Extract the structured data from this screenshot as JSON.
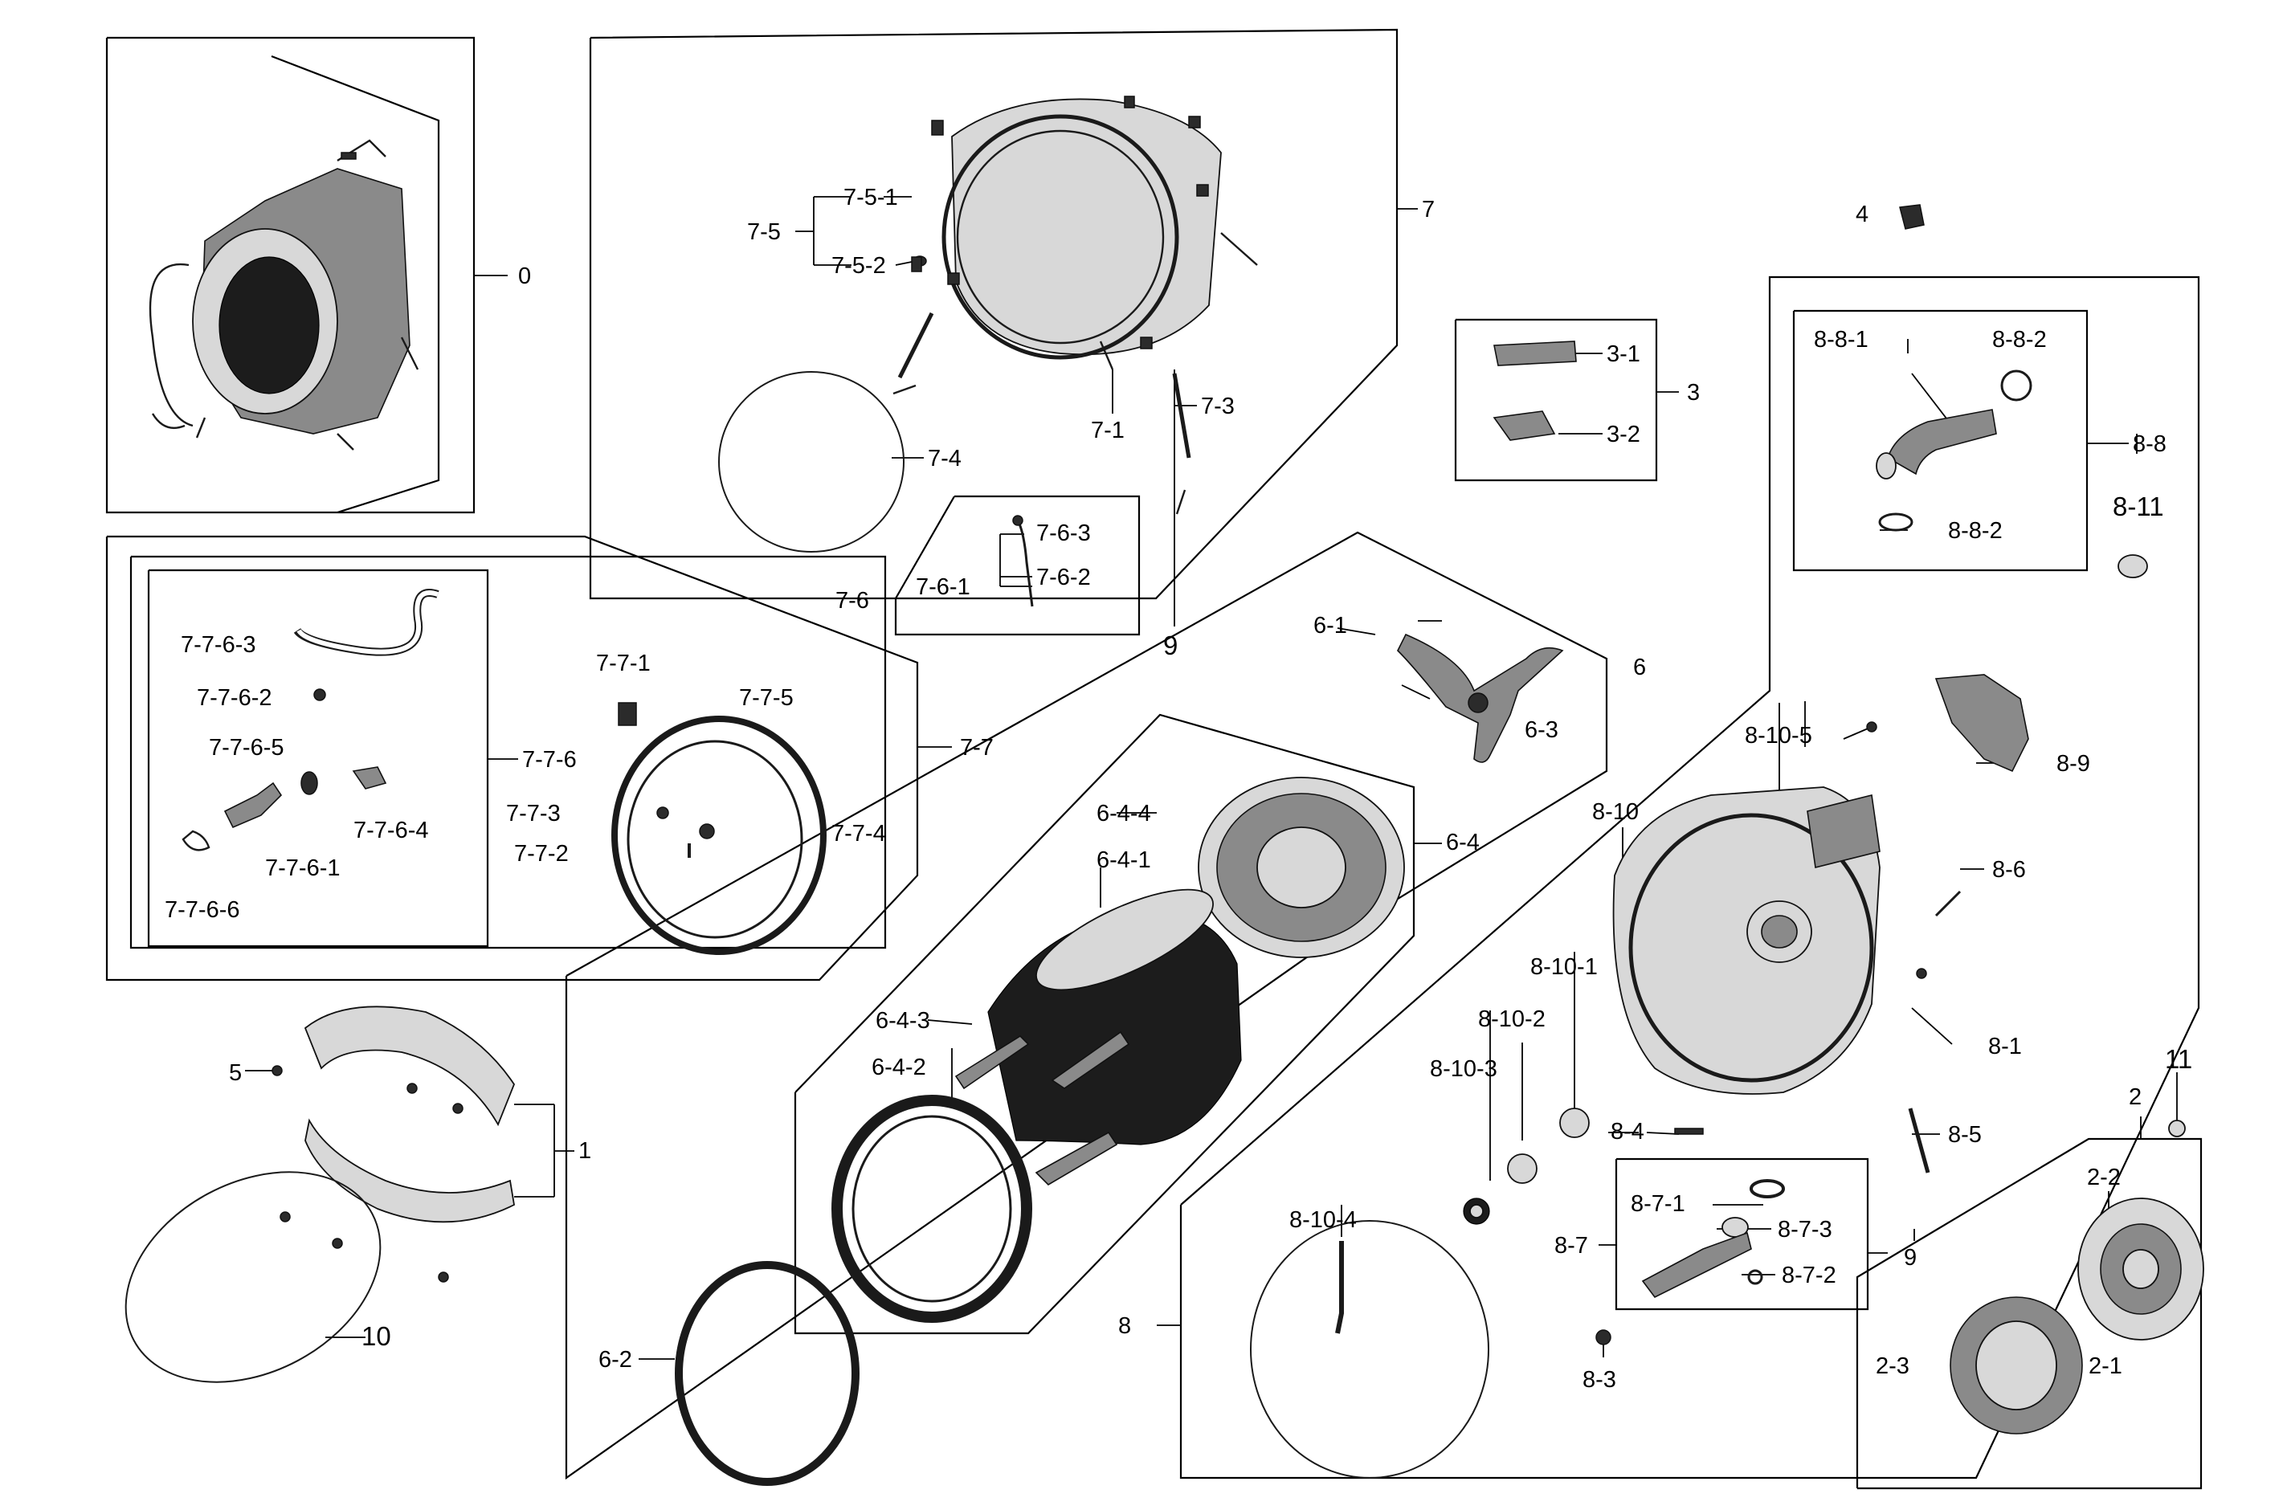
{
  "colors": {
    "line": "#000000",
    "background": "#ffffff",
    "part_dark": "#1c1c1c",
    "part_mid": "#8a8a8a",
    "part_light": "#d8d8d8"
  },
  "labels": {
    "l0": "0",
    "l1": "1",
    "l2": "2",
    "l2_1": "2-1",
    "l2_2": "2-2",
    "l2_3": "2-3",
    "l3": "3",
    "l3_1": "3-1",
    "l3_2": "3-2",
    "l4": "4",
    "l5": "5",
    "l6": "6",
    "l6_1": "6-1",
    "l6_2": "6-2",
    "l6_3": "6-3",
    "l6_4": "6-4",
    "l6_4_1": "6-4-1",
    "l6_4_2": "6-4-2",
    "l6_4_3": "6-4-3",
    "l6_4_4": "6-4-4",
    "l7": "7",
    "l7_1": "7-1",
    "l7_3": "7-3",
    "l7_4": "7-4",
    "l7_5": "7-5",
    "l7_5_1": "7-5-1",
    "l7_5_2": "7-5-2",
    "l7_6": "7-6",
    "l7_6_1": "7-6-1",
    "l7_6_2": "7-6-2",
    "l7_6_3": "7-6-3",
    "l7_7": "7-7",
    "l7_7_1": "7-7-1",
    "l7_7_2": "7-7-2",
    "l7_7_3": "7-7-3",
    "l7_7_4": "7-7-4",
    "l7_7_5": "7-7-5",
    "l7_7_6": "7-7-6",
    "l7_7_6_1": "7-7-6-1",
    "l7_7_6_2": "7-7-6-2",
    "l7_7_6_3": "7-7-6-3",
    "l7_7_6_4": "7-7-6-4",
    "l7_7_6_5": "7-7-6-5",
    "l7_7_6_6": "7-7-6-6",
    "l8": "8",
    "l8_1": "8-1",
    "l8_3": "8-3",
    "l8_4": "8-4",
    "l8_5": "8-5",
    "l8_6": "8-6",
    "l8_7": "8-7",
    "l8_7_1": "8-7-1",
    "l8_7_2": "8-7-2",
    "l8_7_3": "8-7-3",
    "l8_8": "8-8",
    "l8_8_1": "8-8-1",
    "l8_8_2a": "8-8-2",
    "l8_8_2b": "8-8-2",
    "l8_9": "8-9",
    "l8_10": "8-10",
    "l8_10_1": "8-10-1",
    "l8_10_2": "8-10-2",
    "l8_10_3": "8-10-3",
    "l8_10_4": "8-10-4",
    "l8_10_5": "8-10-5",
    "l8_11": "8-11",
    "l9a": "9",
    "l9b": "9",
    "l10": "10",
    "l11": "11"
  }
}
